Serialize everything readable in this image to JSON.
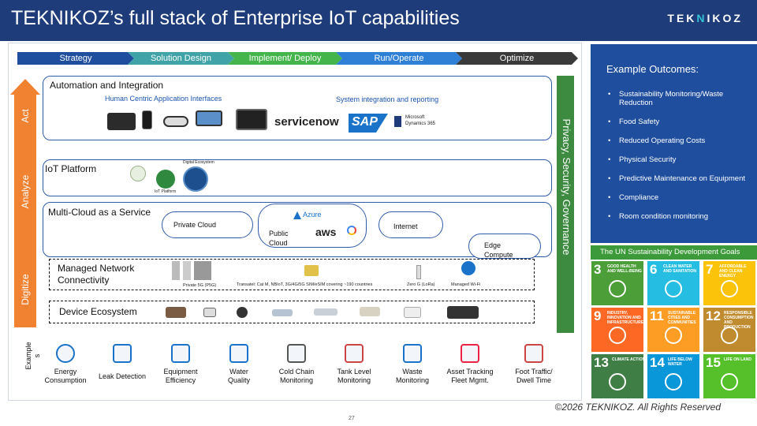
{
  "header": {
    "title": "TEKNIKOZ’s full stack of Enterprise IoT capabilities",
    "logo_a": "TEK",
    "logo_b": "N",
    "logo_c": "IKOZ"
  },
  "phases": [
    {
      "label": "Strategy",
      "color": "#1f4e9e"
    },
    {
      "label": "Solution Design",
      "color": "#3fa3a8"
    },
    {
      "label": "Implement/ Deploy",
      "color": "#43b54a"
    },
    {
      "label": "Run/Operate",
      "color": "#2e7fd6"
    },
    {
      "label": "Optimize",
      "color": "#3a3a3a"
    }
  ],
  "side_labels": {
    "act": "Act",
    "analyze": "Analyze",
    "digitize": "Digitize"
  },
  "privacy": "Privacy, Security, Governance",
  "automation": {
    "title": "Automation and Integration",
    "left_caption": "Human Centric Application Interfaces",
    "right_caption": "System integration and reporting",
    "servicenow": "servicenow",
    "sap": "SAP",
    "ms_line1": "Microsoft",
    "ms_line2": "Dynamics 365"
  },
  "iot": {
    "title": "IoT Platform",
    "digital_ecosystem": "Digital Ecosystem",
    "iot_platform": "IoT Platform"
  },
  "cloud": {
    "title": "Multi-Cloud as a Service",
    "private": "Private Cloud",
    "public": "Public\nCloud",
    "azure": "Azure",
    "aws": "aws",
    "internet": "Internet",
    "edge": "Edge\nCompute"
  },
  "network": {
    "title": "Managed Network\nConnectivity",
    "private5g": "Private 5G (P5G)",
    "transatel": "Transatel: Cat M, NBIoT, 3G/4G/5G SIM/eSIM covering ~190 countries",
    "zerog": "Zero G (LoRa)",
    "wifi": "Managed Wi-Fi"
  },
  "device": {
    "title": "Device Ecosystem"
  },
  "examples": {
    "label": "Example\ns",
    "items": [
      {
        "label": "Energy\nConsumption",
        "icon": "energy-icon"
      },
      {
        "label": "Leak Detection",
        "icon": "pipe-icon"
      },
      {
        "label": "Equipment\nEfficiency",
        "icon": "gears-icon"
      },
      {
        "label": "Water\nQuality",
        "icon": "water-icon"
      },
      {
        "label": "Cold Chain\nMonitoring",
        "icon": "truck-icon"
      },
      {
        "label": "Tank Level\nMonitoring",
        "icon": "tank-icon"
      },
      {
        "label": "Waste\nMonitoring",
        "icon": "waste-icon"
      },
      {
        "label": "Asset Tracking\nFleet Mgmt.",
        "icon": "fleet-icon"
      },
      {
        "label": "Foot Traffic/\nDwell Time",
        "icon": "people-icon"
      }
    ]
  },
  "outcomes": {
    "heading": "Example Outcomes:",
    "items": [
      "Sustainability Monitoring/Waste Reduction",
      "Food Safety",
      "Reduced Operating Costs",
      "Physical Security",
      "Predictive Maintenance on Equipment",
      "Compliance",
      "Room condition monitoring"
    ]
  },
  "sdg": {
    "header": "The UN Sustainability Development Goals",
    "goals": [
      {
        "num": "3",
        "text": "GOOD HEALTH AND WELL-BEING",
        "color": "#4c9f38"
      },
      {
        "num": "6",
        "text": "CLEAN WATER AND SANITATION",
        "color": "#26bde2"
      },
      {
        "num": "7",
        "text": "AFFORDABLE AND CLEAN ENERGY",
        "color": "#fcc30b"
      },
      {
        "num": "9",
        "text": "INDUSTRY, INNOVATION AND INFRASTRUCTURE",
        "color": "#fd6925"
      },
      {
        "num": "11",
        "text": "SUSTAINABLE CITIES AND COMMUNITIES",
        "color": "#fd9d24"
      },
      {
        "num": "12",
        "text": "RESPONSIBLE CONSUMPTION AND PRODUCTION",
        "color": "#bf8b2e"
      },
      {
        "num": "13",
        "text": "CLIMATE ACTION",
        "color": "#3f7e44"
      },
      {
        "num": "14",
        "text": "LIFE BELOW WATER",
        "color": "#0a97d9"
      },
      {
        "num": "15",
        "text": "LIFE ON LAND",
        "color": "#56c02b"
      }
    ]
  },
  "footer": {
    "copyright": "©2026 TEKNIKOZ. All Rights Reserved",
    "page": "27"
  }
}
